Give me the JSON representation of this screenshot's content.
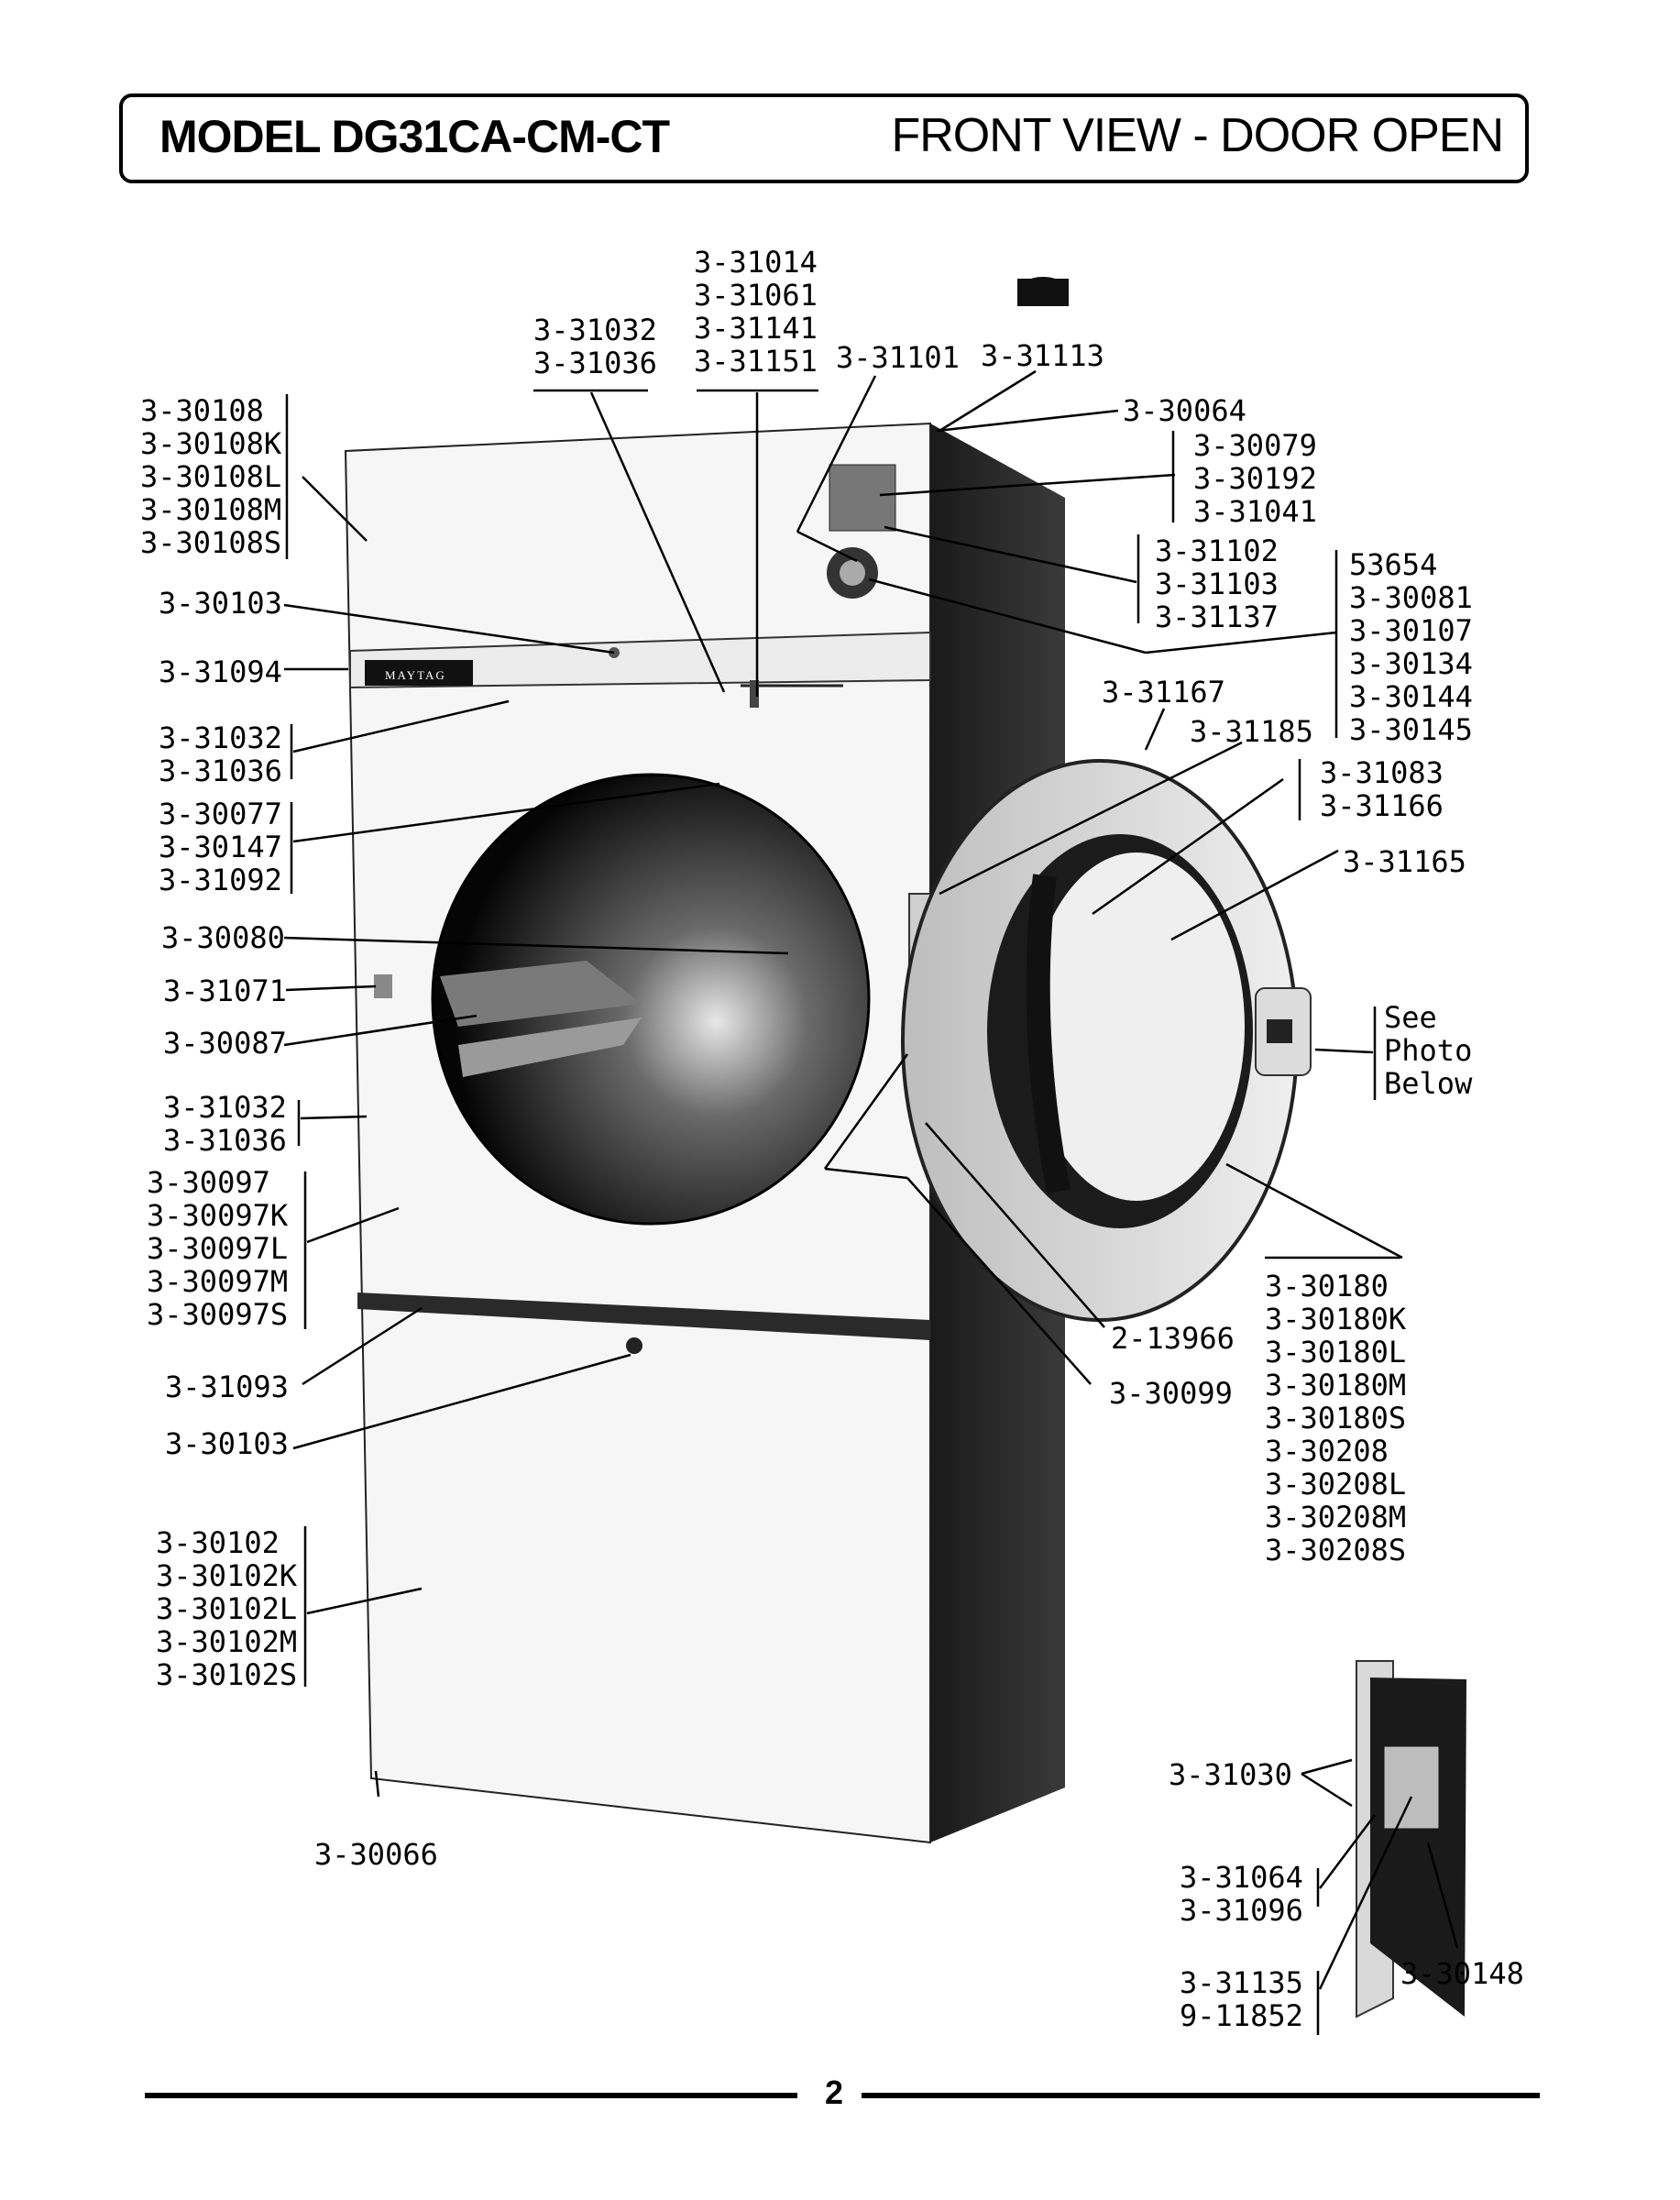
{
  "header": {
    "model": "MODEL DG31CA-CM-CT",
    "view": "FRONT VIEW - DOOR OPEN"
  },
  "badge": "MAYTAG",
  "labels": {
    "top_a": "3-31014\n3-31061\n3-31141\n3-31151",
    "top_b": "3-31032\n3-31036",
    "top_c": "3-31101",
    "top_d": "3-31113",
    "top_panel": "3-30108\n3-30108K\n3-30108L\n3-30108M\n3-30108S",
    "screw_top": "3-30103",
    "console": "3-31094",
    "hinge_upper": "3-31032\n3-31036",
    "drum_group": "3-30077\n3-30147\n3-31092",
    "baffle": "3-30080",
    "switch": "3-31071",
    "lint": "3-30087",
    "hinge_lower": "3-31032\n3-31036",
    "front_panel": "3-30097\n3-30097K\n3-30097L\n3-30097M\n3-30097S",
    "kick_strip": "3-31093",
    "screw_bottom": "3-30103",
    "lower_panel": "3-30102\n3-30102K\n3-30102L\n3-30102M\n3-30102S",
    "base": "3-30066",
    "cabinet": "3-30064",
    "decal": "3-30079\n3-30192\n3-31041",
    "knob_group": "3-31102\n3-31103\n3-31137",
    "timer_group": "53654\n3-30081\n3-30107\n3-30134\n3-30144\n3-30145",
    "door_a": "3-31167",
    "door_b": "3-31185",
    "glass": "3-31083\n3-31166",
    "gasket": "3-31165",
    "see_photo": "See\nPhoto\nBelow",
    "door_assy": "3-30180\n3-30180K\n3-30180L\n3-30180M\n3-30180S\n3-30208\n3-30208L\n3-30208M\n3-30208S",
    "hinge_pin": "2-13966",
    "hinge": "3-30099",
    "latch_screw": "3-31030",
    "latch_a": "3-31064\n3-31096",
    "latch_b": "3-31135\n9-11852",
    "latch_body": "3-30148"
  },
  "page_number": "2"
}
